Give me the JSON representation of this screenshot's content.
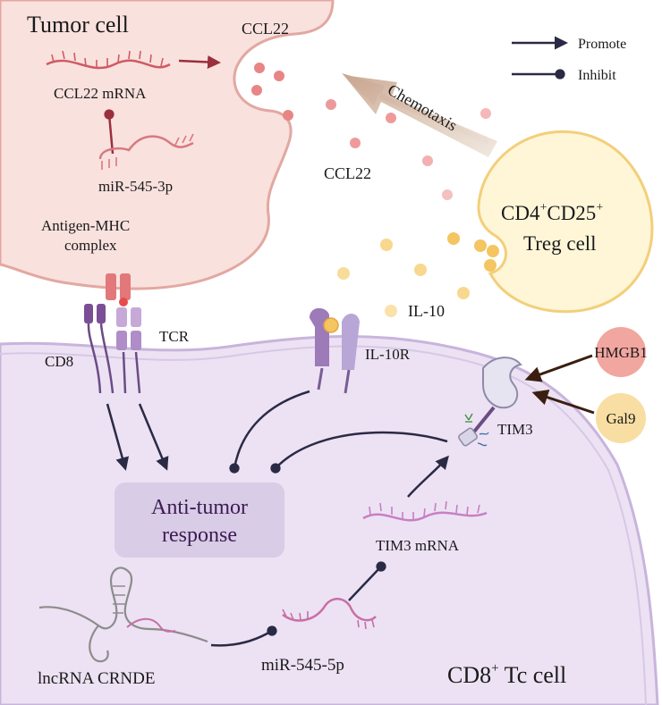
{
  "legend": {
    "promote": "Promote",
    "inhibit": "Inhibit"
  },
  "tumor_cell": {
    "title": "Tumor cell",
    "ccl22_top": "CCL22",
    "ccl22_mrna": "CCL22 mRNA",
    "mir545_3p": "miR-545-3p",
    "antigen_mhc_line1": "Antigen-MHC",
    "antigen_mhc_line2": "complex"
  },
  "secreted": {
    "ccl22": "CCL22",
    "chemotaxis": "Chemotaxis",
    "il10": "IL-10"
  },
  "treg_cell": {
    "line1_a": "CD4",
    "line1_sup1": "+",
    "line1_b": "CD25",
    "line1_sup2": "+",
    "line2": "Treg cell"
  },
  "tc_cell": {
    "cd8": "CD8",
    "tcr": "TCR",
    "il10r": "IL-10R",
    "tim3": "TIM3",
    "hmgb1": "HMGB1",
    "gal9": "Gal9",
    "anti_tumor_line1": "Anti-tumor",
    "anti_tumor_line2": "response",
    "tim3_mrna": "TIM3 mRNA",
    "mir545_5p": "miR-545-5p",
    "lncrna": "lncRNA CRNDE",
    "title_a": "CD8",
    "title_sup": "+",
    "title_b": " Tc cell"
  },
  "colors": {
    "tumor_fill": "#f9e1de",
    "tumor_stroke": "#e2a8a1",
    "tc_fill": "#ece2f3",
    "tc_stroke": "#c8b4dc",
    "treg_fill": "#fff6d8",
    "treg_stroke": "#f2cf7a",
    "ccl22_dot": "#e88585",
    "il10_dot": "#f4c560",
    "response_box": "#d8cce7",
    "response_text": "#3d1a52",
    "arrow_dark": "#2b2a45",
    "arrow_brown": "#3a1f10",
    "hmgb1": "#f2a6a0",
    "gal9": "#f8dea2"
  }
}
